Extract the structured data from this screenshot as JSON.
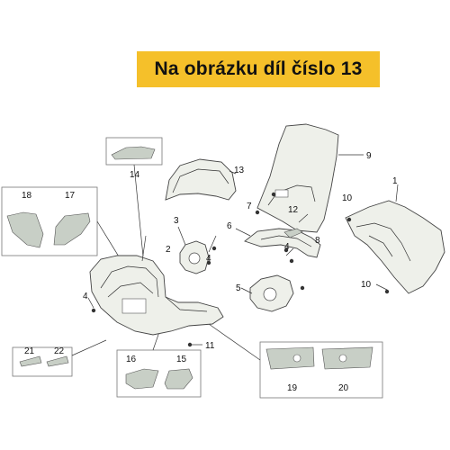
{
  "banner": {
    "text": "Na obrázku díl číslo 13"
  },
  "labels": {
    "p1": "1",
    "p2": "2",
    "p3": "3",
    "p4a": "4",
    "p4b": "4",
    "p4c": "4",
    "p5": "5",
    "p6": "6",
    "p7": "7",
    "p8": "8",
    "p9": "9",
    "p10a": "10",
    "p10b": "10",
    "p11": "11",
    "p12": "12",
    "p13": "13",
    "p14": "14",
    "p15": "15",
    "p16": "16",
    "p17": "17",
    "p18": "18",
    "p19": "19",
    "p20": "20",
    "p21": "21",
    "p22": "22"
  },
  "colors": {
    "banner_bg": "#f5c02a",
    "part_fill": "#eef0ea",
    "decal_fill": "#c8cfc6"
  }
}
